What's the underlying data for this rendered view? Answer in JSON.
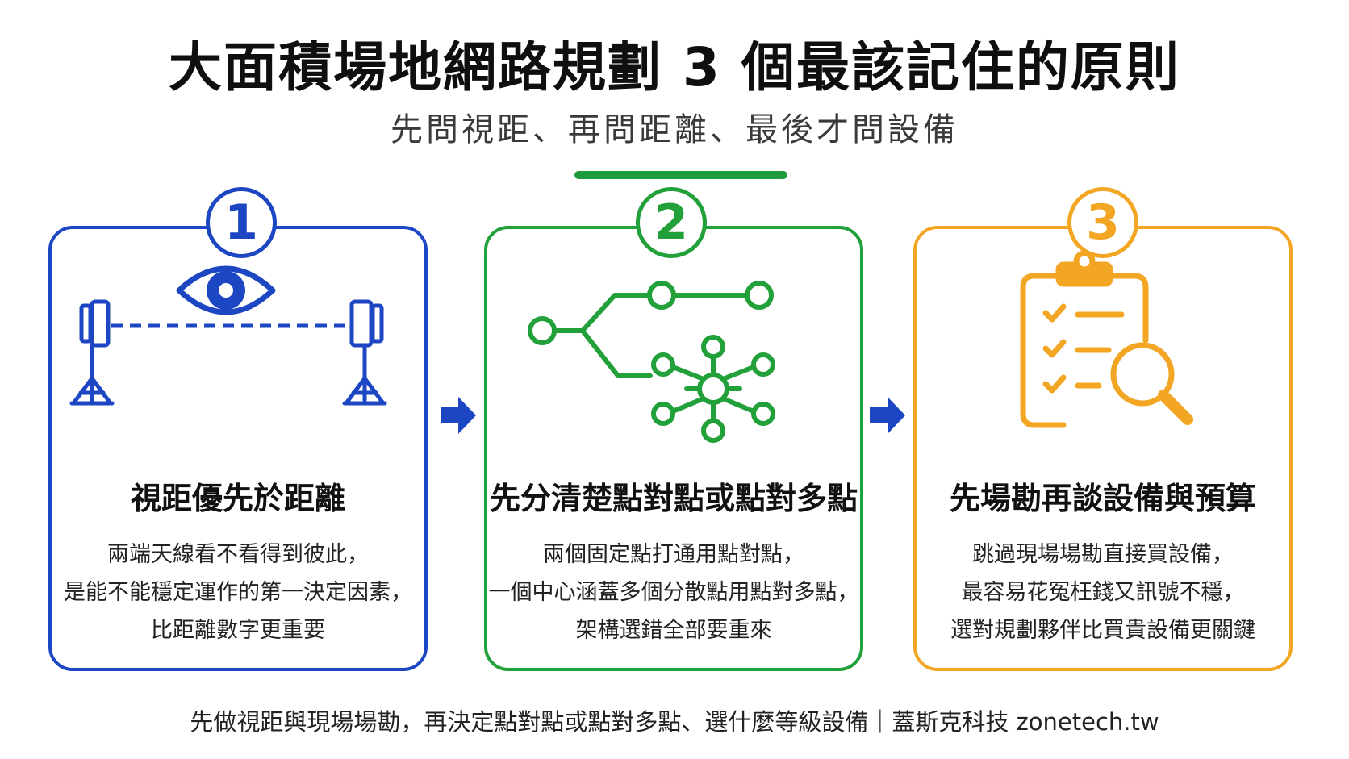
{
  "header": {
    "title": "大面積場地網路規劃 3 個最該記住的原則",
    "subtitle": "先問視距、再問距離、最後才問設備"
  },
  "cards": [
    {
      "number": "1",
      "icon": "eye-antenna-line-of-sight-icon",
      "color": "#1c46c2",
      "title": "視距優先於距離",
      "lines": [
        "兩端天線看不看得到彼此，",
        "是能不能穩定運作的第一決定因素，",
        "比距離數字更重要"
      ]
    },
    {
      "number": "2",
      "icon": "network-topology-icon",
      "color": "#22a03a",
      "title": "先分清楚點對點或點對多點",
      "lines": [
        "兩個固定點打通用點對點，",
        "一個中心涵蓋多個分散點用點對多點，",
        "架構選錯全部要重來"
      ]
    },
    {
      "number": "3",
      "icon": "clipboard-checklist-magnifier-icon",
      "color": "#f2a623",
      "title": "先場勘再談設備與預算",
      "lines": [
        "跳過現場場勘直接買設備，",
        "最容易花冤枉錢又訊號不穩，",
        "選對規劃夥伴比買貴設備更關鍵"
      ]
    }
  ],
  "arrows": {
    "icon": "right-arrow-icon",
    "color": "#1c46c2"
  },
  "accent_color": "#1e9b3c",
  "footer": "先做視距與現場場勘，再決定點對點或點對多點、選什麼等級設備｜蓋斯克科技 zonetech.tw"
}
